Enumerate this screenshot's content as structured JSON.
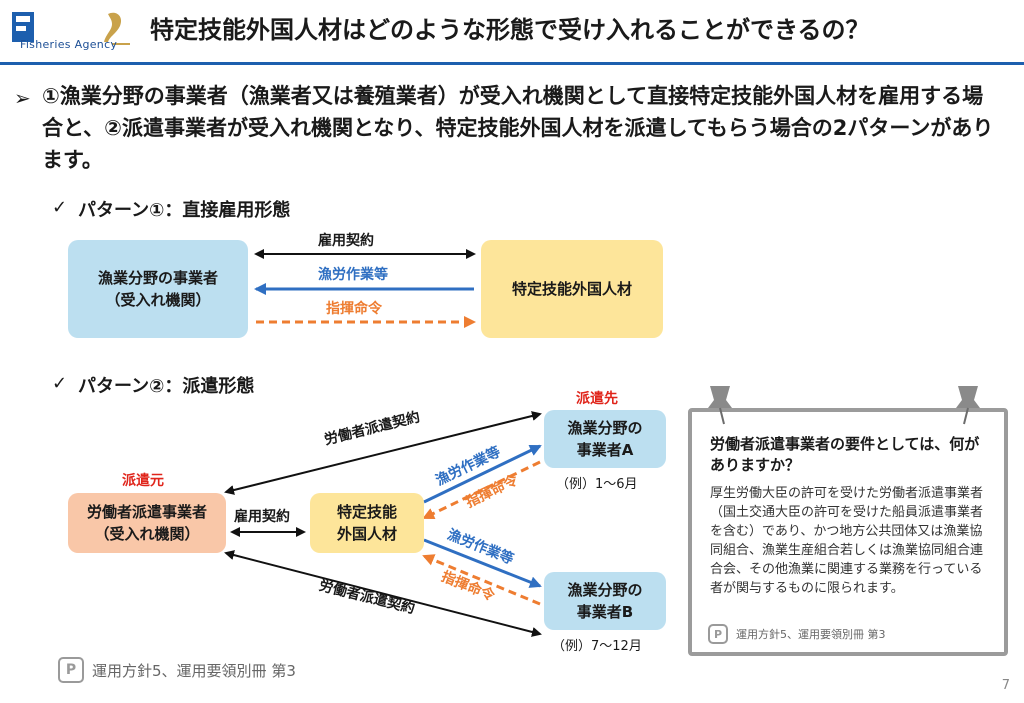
{
  "header": {
    "logo_text": "Fisheries Agency",
    "title": "特定技能外国人材はどのような形態で受け入れることができるの？"
  },
  "lead": {
    "marker": "➢",
    "text": "①漁業分野の事業者（漁業者又は養殖業者）が受入れ機関として直接特定技能外国人材を雇用する場合と、②派遣事業者が受入れ機関となり、特定技能外国人材を派遣してもらう場合の2パターンがあります。"
  },
  "pattern1": {
    "check": "✓",
    "title": "パターン①：直接雇用形態",
    "employer_line1": "漁業分野の事業者",
    "employer_line2": "（受入れ機関）",
    "worker": "特定技能外国人材",
    "arrow_contract": "雇用契約",
    "arrow_work": "漁労作業等",
    "arrow_command": "指揮命令"
  },
  "pattern2": {
    "check": "✓",
    "title": "パターン②：派遣形態",
    "origin_label": "派遣元",
    "dest_label": "派遣先",
    "agency_line1": "労働者派遣事業者",
    "agency_line2": "（受入れ機関）",
    "worker_line1": "特定技能",
    "worker_line2": "外国人材",
    "employer_a_line1": "漁業分野の",
    "employer_a_line2": "事業者A",
    "employer_b_line1": "漁業分野の",
    "employer_b_line2": "事業者B",
    "period_a": "（例）1～6月",
    "period_b": "（例）7～12月",
    "contract": "雇用契約",
    "dispatch_contract_top": "労働者派遣契約",
    "dispatch_contract_bottom": "労働者派遣契約",
    "work_a": "漁労作業等",
    "command_a": "指揮命令",
    "work_b": "漁労作業等",
    "command_b": "指揮命令"
  },
  "note": {
    "question": "労働者派遣事業者の要件としては、何がありますか？",
    "answer": "厚生労働大臣の許可を受けた労働者派遣事業者（国土交通大臣の許可を受けた船員派遣事業者を含む）であり、かつ地方公共団体又は漁業協同組合、漁業生産組合若しくは漁業協同組合連合会、その他漁業に関連する業務を行っている者が関与するものに限られます。",
    "source": "運用方針5、運用要領別冊 第3"
  },
  "footer": {
    "source": "運用方針5、運用要領別冊 第3",
    "page": "7"
  },
  "colors": {
    "blue_arrow": "#2f6fc2",
    "orange_arrow": "#ee7d31",
    "header_rule": "#1d5fae"
  }
}
